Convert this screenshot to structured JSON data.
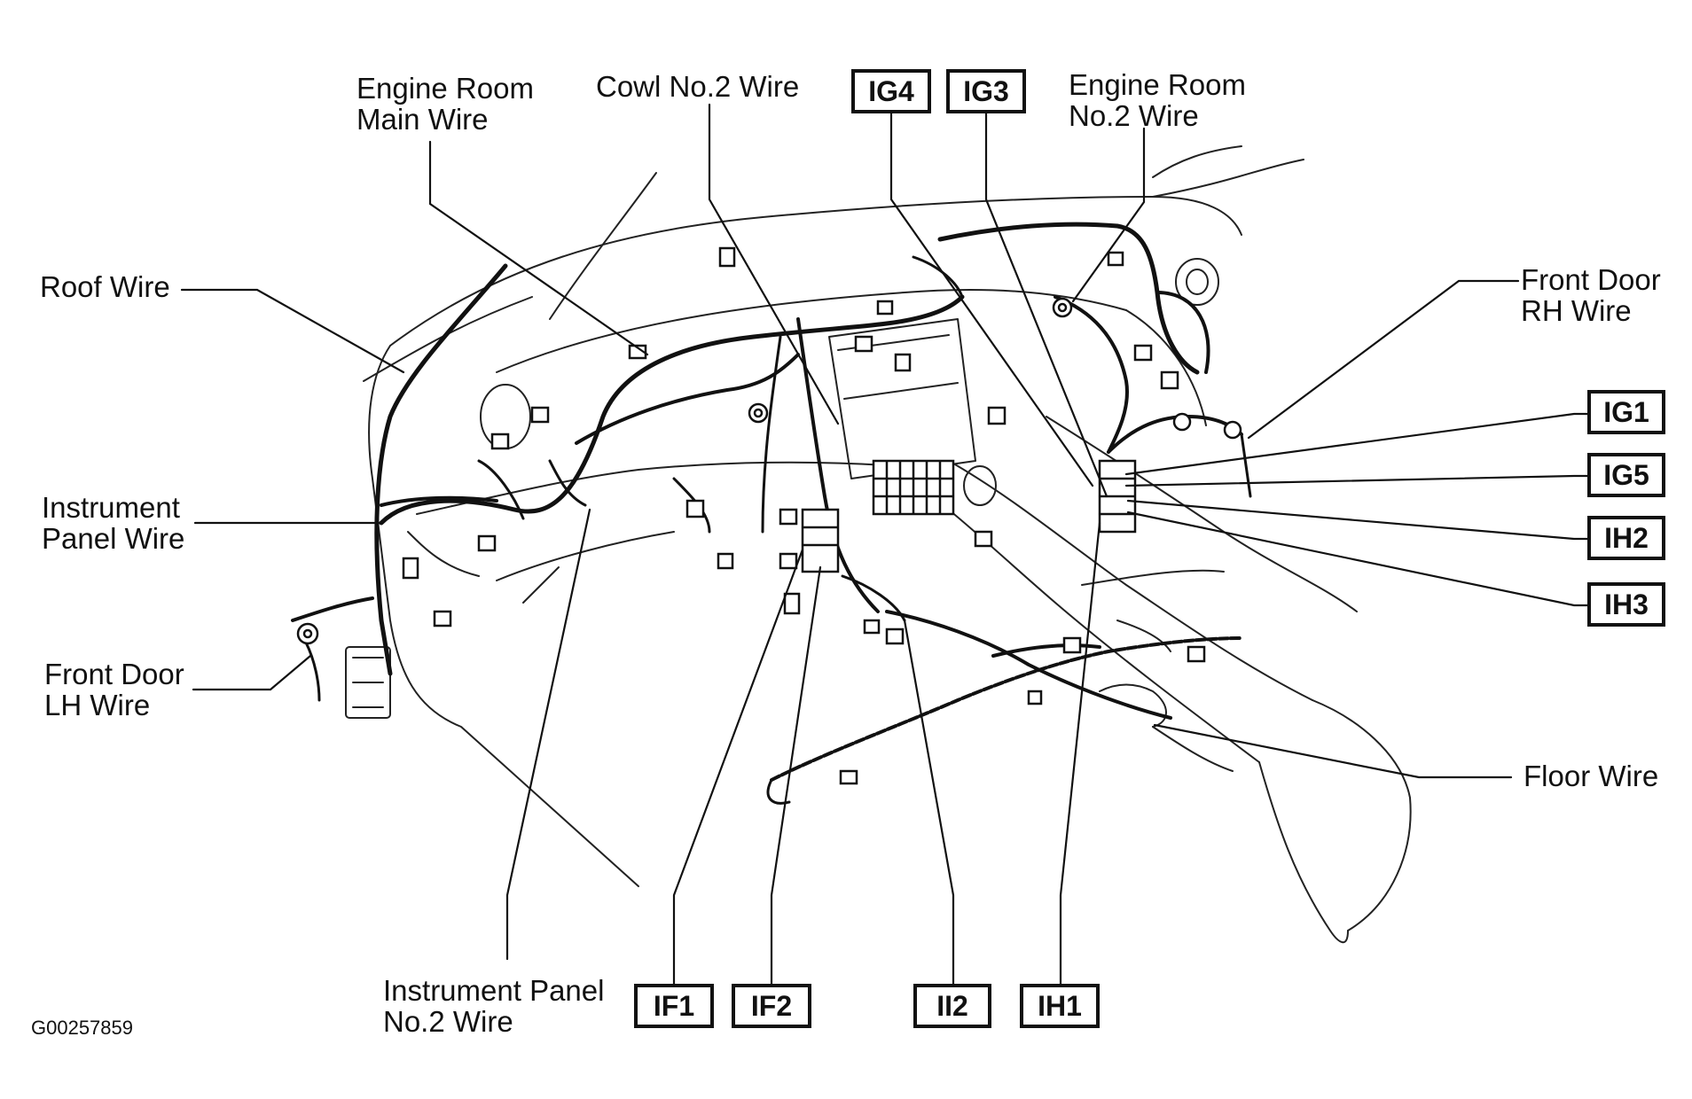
{
  "labels": {
    "engine_room_main_wire": [
      "Engine Room",
      "Main Wire"
    ],
    "cowl_no2_wire": [
      "Cowl No.2 Wire"
    ],
    "engine_room_no2_wire": [
      "Engine Room",
      "No.2 Wire"
    ],
    "roof_wire": [
      "Roof Wire"
    ],
    "front_door_rh_wire": [
      "Front Door",
      "RH Wire"
    ],
    "instrument_panel_wire": [
      "Instrument",
      "Panel Wire"
    ],
    "front_door_lh_wire": [
      "Front Door",
      "LH Wire"
    ],
    "floor_wire": [
      "Floor Wire"
    ],
    "instrument_panel_no2_wire": [
      "Instrument Panel",
      "No.2 Wire"
    ]
  },
  "connectors": {
    "ig4": "IG4",
    "ig3": "IG3",
    "ig1": "IG1",
    "ig5": "IG5",
    "ih2": "IH2",
    "ih3": "IH3",
    "if1": "IF1",
    "if2": "IF2",
    "ii2": "II2",
    "ih1": "IH1"
  },
  "figure_id": "G00257859",
  "colors": {
    "ink": "#111111",
    "background": "#ffffff"
  }
}
